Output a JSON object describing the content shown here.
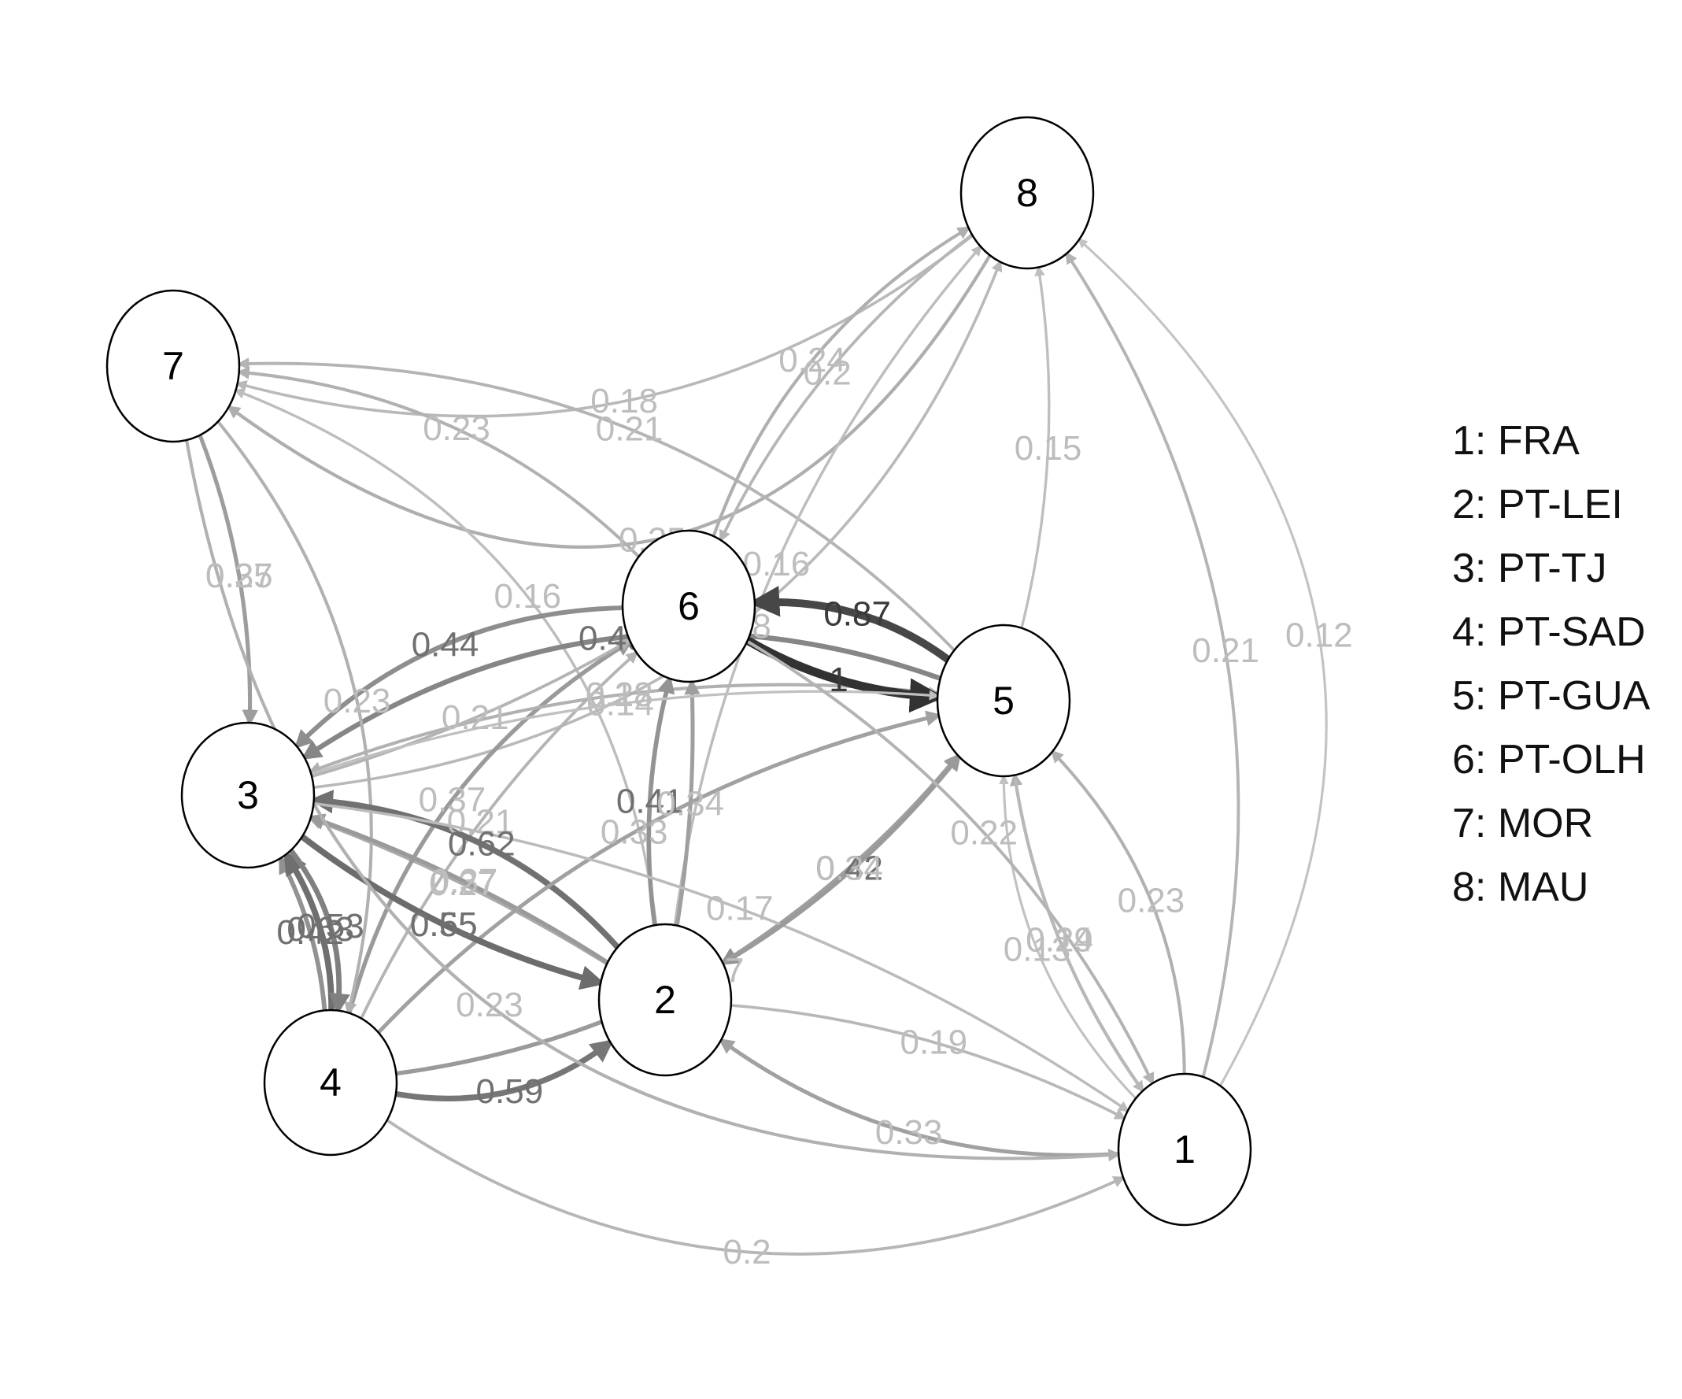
{
  "diagram": {
    "nodes": [
      {
        "id": "1",
        "label": "1"
      },
      {
        "id": "2",
        "label": "2"
      },
      {
        "id": "3",
        "label": "3"
      },
      {
        "id": "4",
        "label": "4"
      },
      {
        "id": "5",
        "label": "5"
      },
      {
        "id": "6",
        "label": "6"
      },
      {
        "id": "7",
        "label": "7"
      },
      {
        "id": "8",
        "label": "8"
      }
    ],
    "edges": [
      {
        "from": "8",
        "to": "7",
        "label": "0.25",
        "weight": 0.25
      },
      {
        "from": "8",
        "to": "7",
        "label": "0.18",
        "weight": 0.18
      },
      {
        "from": "8",
        "to": "6",
        "label": "0.2",
        "weight": 0.2
      },
      {
        "from": "5",
        "to": "7",
        "label": "0.21",
        "weight": 0.21
      },
      {
        "from": "6",
        "to": "7",
        "label": "0.23",
        "weight": 0.23
      },
      {
        "from": "2",
        "to": "7",
        "label": "0.16",
        "weight": 0.16
      },
      {
        "from": "6",
        "to": "8",
        "label": "0.24",
        "weight": 0.24
      },
      {
        "from": "1",
        "to": "8",
        "label": "0.21",
        "weight": 0.21
      },
      {
        "from": "5",
        "to": "8",
        "label": "0.15",
        "weight": 0.15
      },
      {
        "from": "2",
        "to": "8",
        "label": "0.16",
        "weight": 0.16
      },
      {
        "from": "3",
        "to": "8",
        "label": "0.18",
        "weight": 0.18
      },
      {
        "from": "4",
        "to": "6",
        "label": "0.21",
        "weight": 0.21
      },
      {
        "from": "5",
        "to": "3",
        "label": "0.49",
        "weight": 0.49
      },
      {
        "from": "5",
        "to": "6",
        "label": "0.87",
        "weight": 0.87
      },
      {
        "from": "7",
        "to": "3",
        "label": "0.27",
        "weight": 0.27
      },
      {
        "from": "6",
        "to": "3",
        "label": "0.44",
        "weight": 0.44
      },
      {
        "from": "7",
        "to": "3",
        "label": "0.35",
        "weight": 0.35
      },
      {
        "from": "2",
        "to": "3",
        "label": "0.27",
        "weight": 0.27
      },
      {
        "from": "1",
        "to": "8",
        "label": "0.12",
        "weight": 0.12
      },
      {
        "from": "3",
        "to": "5",
        "label": "0.18",
        "weight": 0.18
      },
      {
        "from": "4",
        "to": "6",
        "label": "0.37",
        "weight": 0.37
      },
      {
        "from": "5",
        "to": "3",
        "label": "0.23",
        "weight": 0.23
      },
      {
        "from": "6",
        "to": "5",
        "label": "1",
        "weight": 1.0
      },
      {
        "from": "1",
        "to": "5",
        "label": "0.13",
        "weight": 0.13
      },
      {
        "from": "4",
        "to": "3",
        "label": "0.42",
        "weight": 0.42
      },
      {
        "from": "5",
        "to": "2",
        "label": "0.42",
        "weight": 0.42
      },
      {
        "from": "1",
        "to": "5",
        "label": "0.24",
        "weight": 0.24
      },
      {
        "from": "7",
        "to": "4",
        "label": "0.23",
        "weight": 0.23
      },
      {
        "from": "2",
        "to": "3",
        "label": "0.62",
        "weight": 0.62
      },
      {
        "from": "3",
        "to": "6",
        "label": "0.21",
        "weight": 0.21
      },
      {
        "from": "2",
        "to": "6",
        "label": "0.41",
        "weight": 0.41
      },
      {
        "from": "2",
        "to": "6",
        "label": "0.34",
        "weight": 0.34
      },
      {
        "from": "2",
        "to": "3",
        "label": "0.37",
        "weight": 0.37
      },
      {
        "from": "1",
        "to": "5",
        "label": "0.23",
        "weight": 0.23
      },
      {
        "from": "3",
        "to": "5",
        "label": "0.14",
        "weight": 0.14
      },
      {
        "from": "4",
        "to": "3",
        "label": "0.63",
        "weight": 0.63
      },
      {
        "from": "1",
        "to": "2",
        "label": "0.33",
        "weight": 0.33
      },
      {
        "from": "3",
        "to": "2",
        "label": "0.55",
        "weight": 0.55
      },
      {
        "from": "2",
        "to": "5",
        "label": "0.34",
        "weight": 0.34
      },
      {
        "from": "4",
        "to": "5",
        "label": "0.33",
        "weight": 0.33
      },
      {
        "from": "3",
        "to": "4",
        "label": "0.53",
        "weight": 0.53
      },
      {
        "from": "5",
        "to": "1",
        "label": "0.19",
        "weight": 0.19
      },
      {
        "from": "3",
        "to": "2",
        "label": "0.65",
        "weight": 0.65
      },
      {
        "from": "2",
        "to": "1",
        "label": "0.19",
        "weight": 0.19
      },
      {
        "from": "3",
        "to": "1",
        "label": "0.17",
        "weight": 0.17
      },
      {
        "from": "4",
        "to": "5",
        "label": "0.37",
        "weight": 0.37
      },
      {
        "from": "4",
        "to": "2",
        "label": "0.59",
        "weight": 0.59
      },
      {
        "from": "6",
        "to": "1",
        "label": "0.22",
        "weight": 0.22
      },
      {
        "from": "4",
        "to": "1",
        "label": "0.2",
        "weight": 0.2
      },
      {
        "from": "7",
        "to": "1",
        "label": "0.23",
        "weight": 0.23
      }
    ]
  },
  "legend": [
    {
      "text": "1: FRA"
    },
    {
      "text": "2: PT-LEI"
    },
    {
      "text": "3: PT-TJ"
    },
    {
      "text": "4: PT-SAD"
    },
    {
      "text": "5: PT-GUA"
    },
    {
      "text": "6: PT-OLH"
    },
    {
      "text": "7: MOR"
    },
    {
      "text": "8: MAU"
    }
  ]
}
